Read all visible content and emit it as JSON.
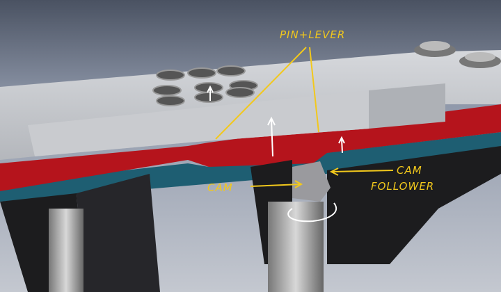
{
  "annotations": {
    "pin_lever": "PIN+LEVER",
    "cam": "CAM",
    "cam_follower_line1": "CAM",
    "cam_follower_line2": "FOLLOWER"
  },
  "colors": {
    "annotation": "#f2c81c",
    "lever_red": "#b5141c",
    "plate_teal": "#1e5e72",
    "plate_grey": "#b9bcc2",
    "housing_black": "#1c1c1e"
  }
}
